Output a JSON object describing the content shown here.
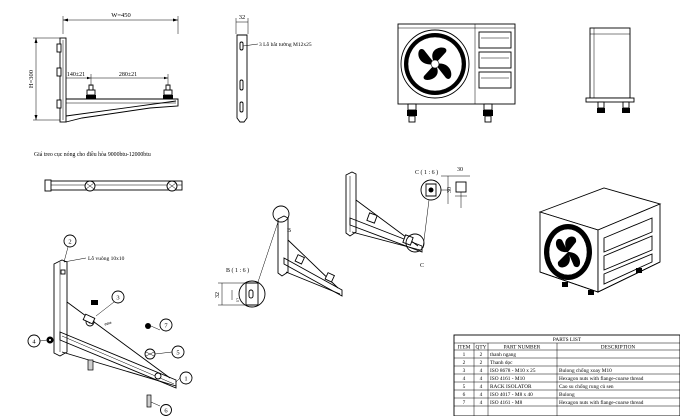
{
  "dims": {
    "width_label": "W=450",
    "height_label": "H=300",
    "spacing_1": "140±21",
    "spacing_2": "280±21",
    "side_width": "32",
    "holes_note": "3 Lỗ bắt tường M12x25"
  },
  "caption": "Giá treo cục nóng cho điều hòa 9000btu-12000btu",
  "detail_b": {
    "label": "B ( 1 : 6 )",
    "dim_a": "32",
    "dim_b": "5",
    "marker": "B"
  },
  "detail_c": {
    "label": "C ( 1 : 6 )",
    "dim_a": "30",
    "dim_b": "30",
    "marker": "C"
  },
  "square_hole_note": "Lỗ vuông 10x10",
  "balloons": [
    "1",
    "2",
    "3",
    "4",
    "5",
    "6",
    "7"
  ],
  "parts_list": {
    "title": "PARTS LIST",
    "headers": [
      "ITEM",
      "QTY",
      "PART NUMBER",
      "DESCRIPTION"
    ],
    "rows": [
      [
        "1",
        "2",
        "thanh ngang",
        ""
      ],
      [
        "2",
        "2",
        "Thanh dọc",
        ""
      ],
      [
        "3",
        "4",
        "ISO 8678 - M10 x 25",
        "Bulong chống xoay M10"
      ],
      [
        "4",
        "4",
        "ISO 4161 - M10",
        "Hexagon nuts with flange-coarse thread"
      ],
      [
        "5",
        "4",
        "RACK ISOLATOR",
        "Cao su chống rung củ sen"
      ],
      [
        "6",
        "4",
        "ISO 4017 - M8 x 40",
        "Bulong"
      ],
      [
        "7",
        "4",
        "ISO 4161 - M8",
        "Hexagon nuts with flange-coarse thread"
      ]
    ]
  }
}
